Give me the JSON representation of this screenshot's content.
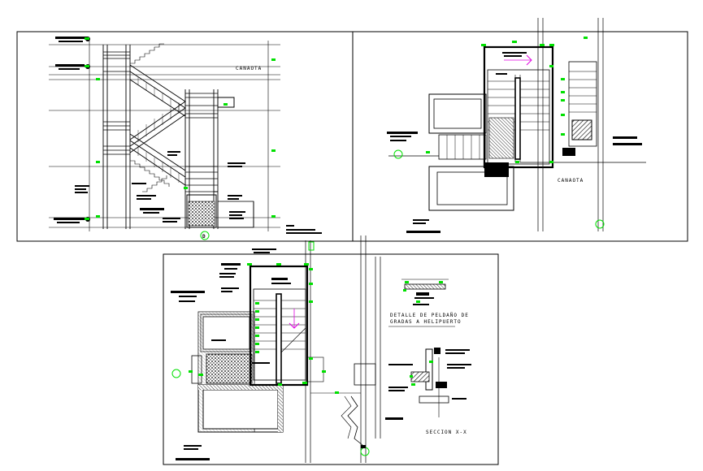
{
  "colors": {
    "background": "#ffffff",
    "line": "#000000",
    "accent_green": "#00e000",
    "accent_magenta": "#e000e0",
    "hatch_grey": "#555555"
  },
  "icons": {
    "section_marker": "circle-D-icon",
    "section_arrow": "arrow-right-icon"
  },
  "labels": {
    "canopy_elevation": "CANAOTA",
    "canopy_plan": "CANAOTA",
    "marker_letter": "D",
    "detail_line1": "DETALLE DE PELDAÑO DE",
    "detail_line2": "GRADAS A HELIPUERTO",
    "section_label": "SECCION X-X"
  }
}
